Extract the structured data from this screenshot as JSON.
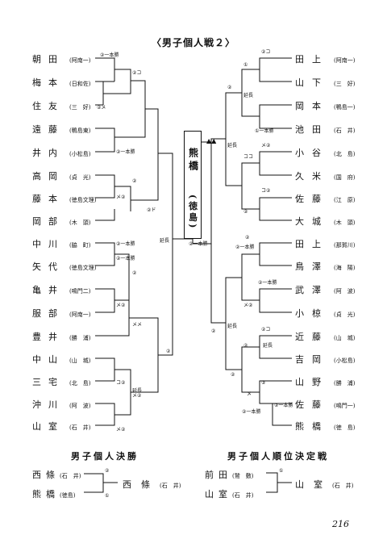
{
  "title": "〈男子個人戦２〉",
  "champion": {
    "name": "熊橋",
    "school": "(徳島)"
  },
  "left_players": [
    {
      "name": "朝田",
      "school": "(阿南一)"
    },
    {
      "name": "梅本",
      "school": "(日和佐)"
    },
    {
      "name": "住友",
      "school": "(三　好)"
    },
    {
      "name": "遠藤",
      "school": "(鴨島東)"
    },
    {
      "name": "井内",
      "school": "(小松島)"
    },
    {
      "name": "高岡",
      "school": "(貞　光)"
    },
    {
      "name": "藤本",
      "school": "(徳島文理)"
    },
    {
      "name": "岡部",
      "school": "(木　頭)"
    },
    {
      "name": "中川",
      "school": "(脇　町)"
    },
    {
      "name": "矢代",
      "school": "(徳島文理)"
    },
    {
      "name": "亀井",
      "school": "(鳴門二)"
    },
    {
      "name": "服部",
      "school": "(阿南一)"
    },
    {
      "name": "豊井",
      "school": "(勝　浦)"
    },
    {
      "name": "中山",
      "school": "(山　城)"
    },
    {
      "name": "三宅",
      "school": "(北　島)"
    },
    {
      "name": "沖川",
      "school": "(阿　波)"
    },
    {
      "name": "山室",
      "school": "(石　井)"
    }
  ],
  "right_players": [
    {
      "name": "田上",
      "school": "(阿南一)"
    },
    {
      "name": "山下",
      "school": "(三　好)"
    },
    {
      "name": "岡本",
      "school": "(鴨島一)"
    },
    {
      "name": "池田",
      "school": "(石　井)"
    },
    {
      "name": "小谷",
      "school": "(北　島)"
    },
    {
      "name": "久米",
      "school": "(国　府)"
    },
    {
      "name": "佐藤",
      "school": "(江　原)"
    },
    {
      "name": "大城",
      "school": "(木　頭)"
    },
    {
      "name": "田上",
      "school": "(那賀川)"
    },
    {
      "name": "鳥澤",
      "school": "(海　陽)"
    },
    {
      "name": "武澤",
      "school": "(阿　波)"
    },
    {
      "name": "小椋",
      "school": "(貞　光)"
    },
    {
      "name": "近藤",
      "school": "(山　城)"
    },
    {
      "name": "吉岡",
      "school": "(小松島)"
    },
    {
      "name": "山野",
      "school": "(勝　浦)"
    },
    {
      "name": "佐藤",
      "school": "(鳴門一)"
    },
    {
      "name": "熊橋",
      "school": "(徳　島)"
    }
  ],
  "finals": {
    "title": "男子個人決勝",
    "p1": {
      "name": "西條",
      "school": "(石　井)"
    },
    "p2": {
      "name": "熊橋",
      "school": "(徳島)"
    },
    "winner": {
      "name": "西條",
      "school": "(石　井)"
    }
  },
  "ranking": {
    "title": "男子個人順位決定戦",
    "p1": {
      "name": "前田",
      "school": "(鷲　敷)"
    },
    "p2": {
      "name": "山室",
      "school": "(石　井)"
    },
    "winner": {
      "name": "山室",
      "school": "(石　井)"
    }
  },
  "annotations": {
    "ippon": "②一本勝",
    "encho": "延長",
    "sanbon_win": "②一本勝",
    "triangles": "▲▲"
  },
  "page_number": "216"
}
